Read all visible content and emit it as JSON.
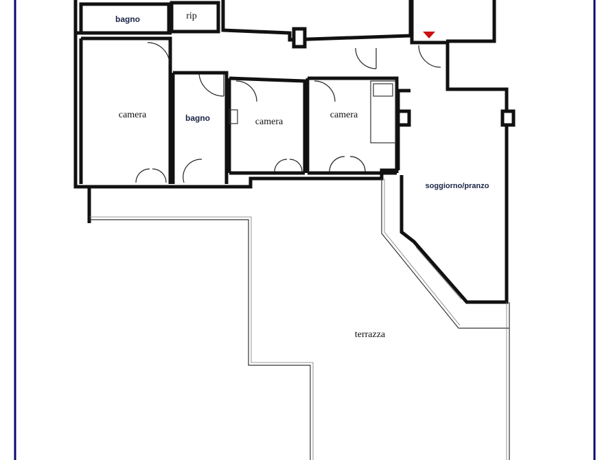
{
  "rooms": {
    "bagno_top": "bagno",
    "rip": "rip",
    "camera_left": "camera",
    "bagno_mid": "bagno",
    "camera_center": "camera",
    "camera_right": "camera",
    "soggiorno": "soggiorno/pranzo",
    "terrazza": "terrazza"
  },
  "colors": {
    "frame": "#0a0a6e",
    "wall": "#111111",
    "entrance_marker": "#cc1111"
  },
  "icons": {
    "entrance": "red-triangle-icon"
  }
}
